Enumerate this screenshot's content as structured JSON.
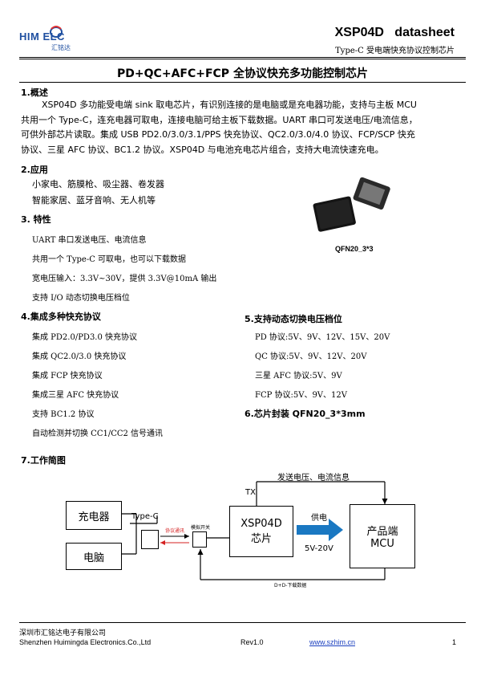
{
  "header": {
    "logo_text": "HIM ELC",
    "logo_sub": "汇铭达",
    "doc_title": "XSP04D   datasheet",
    "doc_subtitle": "Type-C 受电端快充协议控制芯片"
  },
  "title": "PD+QC+AFC+FCP 全协议快充多功能控制芯片",
  "sections": {
    "overview": {
      "heading": "1.概述",
      "lines": [
        "XSP04D 多功能受电端 sink 取电芯片，有识别连接的是电脑或是充电器功能，支持与主板 MCU",
        "共用一个 Type-C，连充电器可取电，连接电脑可给主板下载数据。UART 串口可发送电压/电流信息，",
        "可供外部芯片读取。集成 USB PD2.0/3.0/3.1/PPS 快充协议、QC2.0/3.0/4.0 协议、FCP/SCP 快充",
        "协议、三星 AFC 协议、BC1.2 协议。XSP04D 与电池充电芯片组合，支持大电流快速充电。"
      ]
    },
    "applications": {
      "heading": "2.应用",
      "items": [
        "小家电、筋膜枪、吸尘器、卷发器",
        "智能家居、蓝牙音响、无人机等"
      ]
    },
    "features": {
      "heading": "3. 特性",
      "items": [
        "UART 串口发送电压、电流信息",
        "共用一个 Type-C 可取电，也可以下载数据",
        "宽电压输入：3.3V~30V，提供 3.3V@10mA 输出",
        "支持 I/O 动态切换电压档位"
      ]
    },
    "protocols": {
      "heading": "4.集成多种快充协议",
      "items": [
        "集成 PD2.0/PD3.0 快充协议",
        "集成 QC2.0/3.0 快充协议",
        "集成 FCP 快充协议",
        "集成三星 AFC 快充协议",
        "支持 BC1.2 协议",
        "自动检测并切换 CC1/CC2 信号通讯"
      ]
    },
    "voltages": {
      "heading": "5.支持动态切换电压档位",
      "items": [
        "PD 协议:5V、9V、12V、15V、20V",
        "QC 协议:5V、9V、12V、20V",
        "三星 AFC 协议:5V、9V",
        "FCP 协议:5V、9V、12V"
      ]
    },
    "package": {
      "heading": "6.芯片封装 QFN20_3*3mm"
    },
    "diagram": {
      "heading": "7.工作简图"
    }
  },
  "chip_image_label": "QFN20_3*3",
  "diagram": {
    "charger": "充电器",
    "pc": "电脑",
    "typec": "Type-C",
    "protocol_comm": "协议通讯",
    "analog_switch": "模拟开关",
    "chip_line1": "XSP04D",
    "chip_line2": "芯片",
    "product_line1": "产品端",
    "product_line2": "MCU",
    "tx": "TX",
    "send_info": "发送电压、电流信息",
    "power": "供电",
    "power_range": "5V-20V",
    "download": "D+D-下载数据"
  },
  "footer": {
    "company_cn": "深圳市汇铭达电子有限公司",
    "company_en": "Shenzhen Huimingda Electronics.Co.,Ltd",
    "rev": "Rev1.0",
    "url": "www.szhim.cn",
    "page": "1"
  },
  "colors": {
    "logo": "#1f4fa0",
    "arrow": "#1a78c2",
    "red": "#d42020",
    "link": "#1a3fbf"
  }
}
